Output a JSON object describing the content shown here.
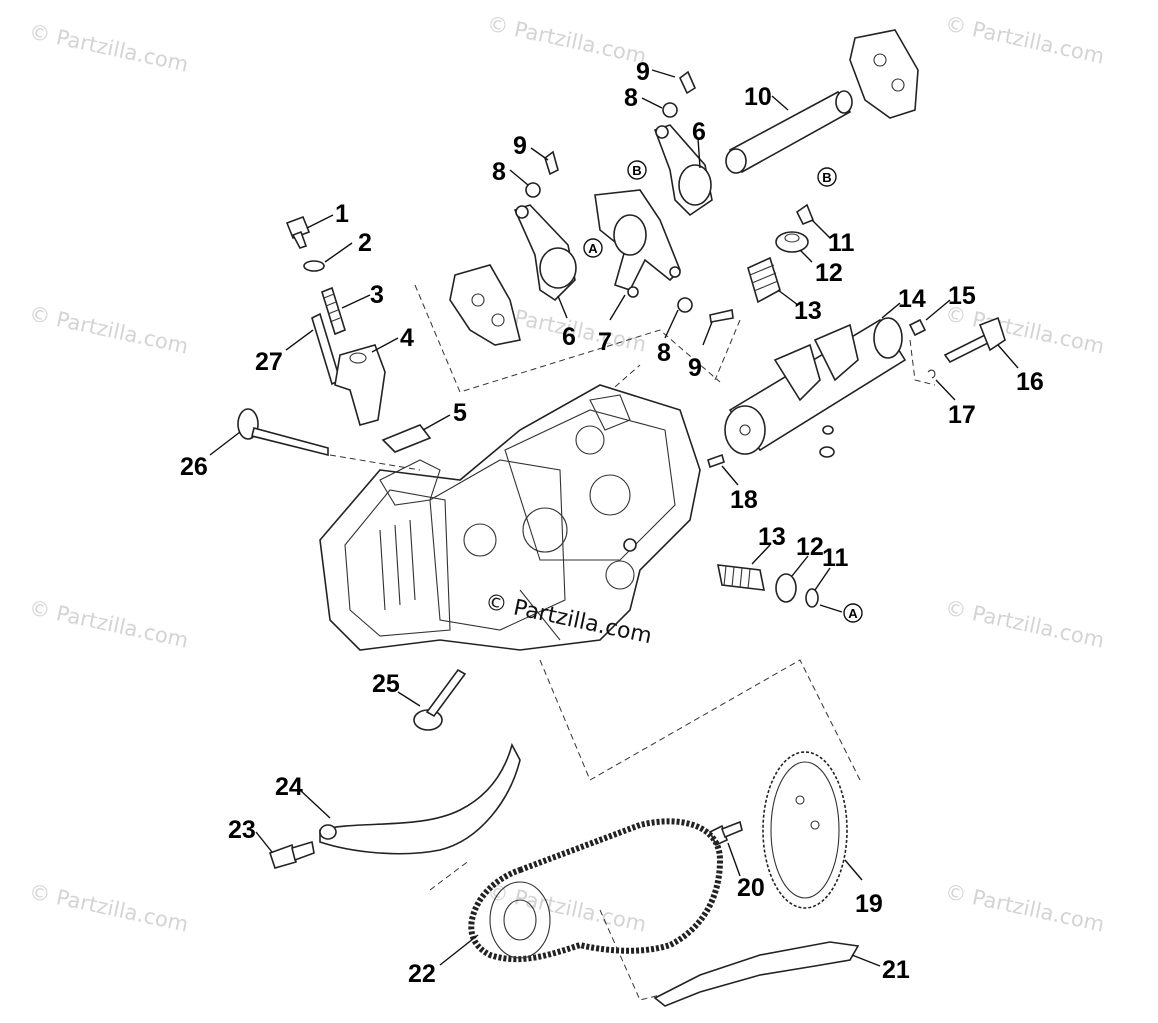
{
  "watermark": {
    "text": "© Partzilla.com",
    "center_text": "© Partzilla.com"
  },
  "callouts": [
    "1",
    "2",
    "3",
    "4",
    "5",
    "6",
    "6",
    "7",
    "8",
    "8",
    "8",
    "9",
    "9",
    "9",
    "10",
    "11",
    "11",
    "12",
    "12",
    "13",
    "13",
    "14",
    "15",
    "16",
    "17",
    "18",
    "19",
    "20",
    "21",
    "22",
    "23",
    "24",
    "25",
    "26",
    "27"
  ],
  "circle_markers": [
    "A",
    "A",
    "B",
    "B"
  ]
}
